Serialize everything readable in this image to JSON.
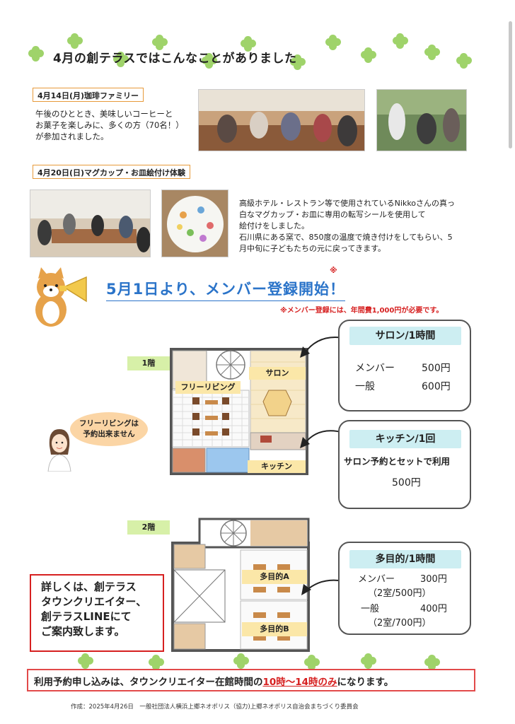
{
  "title": "4月の創テラスではこんなことがありました",
  "event1": {
    "tag": "4月14日(月)珈琲ファミリー",
    "lines": [
      "午後のひととき、美味しいコーヒーと",
      "お菓子を楽しみに、多くの方（70名！）",
      "が参加されました。"
    ]
  },
  "event2": {
    "tag": "4月20日(日)マグカップ・お皿絵付け体験",
    "lines": [
      "高級ホテル・レストラン等で使用されているNikkoさんの真っ",
      "白なマグカップ・お皿に専用の転写シールを使用して",
      "絵付けをしました。",
      "石川県にある窯で、850度の温度で焼き付けをしてもらい、5",
      "月中旬に子どもたちの元に戻ってきます。"
    ]
  },
  "announcement": {
    "headline": "5月1日より、メンバー登録開始！",
    "mark": "※",
    "note": "※メンバー登録には、年間費1,000円が必要です。"
  },
  "floor1": {
    "label": "1階",
    "rooms": {
      "salon": "サロン",
      "free_living": "フリーリビング",
      "kitchen": "キッチン"
    },
    "bubble": [
      "フリーリビングは",
      "予約出来ません"
    ]
  },
  "floor2": {
    "label": "2階",
    "rooms": {
      "multi_a": "多目的A",
      "multi_b": "多目的B"
    }
  },
  "prices": {
    "salon": {
      "title": "サロン/1時間",
      "member": "メンバー",
      "member_price": "500円",
      "general": "一般",
      "general_price": "600円"
    },
    "kitchen": {
      "title": "キッチン/1回",
      "condition": "サロン予約とセットで利用",
      "price": "500円"
    },
    "multipurpose": {
      "title": "多目的/1時間",
      "member": "メンバー",
      "member_price": "300円",
      "member_two": "（2室/500円）",
      "general": "一般",
      "general_price": "400円",
      "general_two": "（2室/700円）"
    }
  },
  "contact": [
    "詳しくは、創テラス",
    "タウンクリエイター、",
    "創テラスLINEにて",
    "ご案内致します。"
  ],
  "footer": {
    "before": "利用予約申し込みは、タウンクリエイター在館時間の",
    "highlight": "10時〜14時のみ",
    "after": "になります。"
  },
  "credit": "作成：2025年4月26日　一般社団法人横浜上郷ネオポリス（協力)上郷ネオポリス自治会まちづくり委員会",
  "colors": {
    "accent_blue": "#2b74c9",
    "alert_red": "#d62020",
    "tag_orange": "#e79a3a",
    "price_head": "#cdeef2",
    "clover": "#9fd36a"
  }
}
